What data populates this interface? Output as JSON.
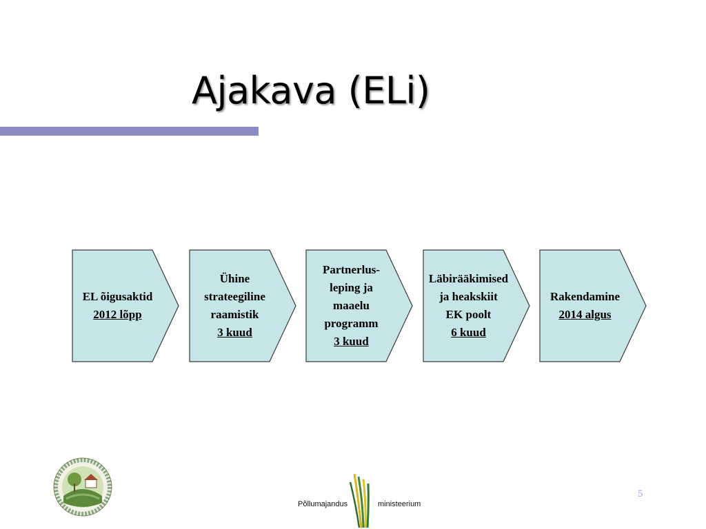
{
  "slide": {
    "title": "Ajakava (ELi)",
    "page_number": "5"
  },
  "colors": {
    "box_fill": "#c5e5e8",
    "box_stroke": "#3a3a3a",
    "title_rule": "#8c8cc4"
  },
  "steps": [
    {
      "lines": [
        "EL õigusaktid"
      ],
      "underline": "2012 lõpp"
    },
    {
      "lines": [
        "Ühine",
        "strateegiline",
        "raamistik"
      ],
      "underline": "3 kuud"
    },
    {
      "lines": [
        "Partnerlus-",
        "leping ja",
        "maaelu",
        "programm"
      ],
      "underline": "3 kuud"
    },
    {
      "lines": [
        "Läbirääkimised",
        "ja heakskiit",
        "EK poolt"
      ],
      "underline": "6 kuud"
    },
    {
      "lines": [
        "Rakendamine"
      ],
      "underline": "2014 algus"
    }
  ],
  "logos": {
    "left_seal_icon": "euroopa-liit-maaelu-arenguks-seal-icon",
    "ministry_word_left": "Põllumajandus",
    "ministry_word_right": "ministeerium",
    "ministry_icon": "wheat-stalks-icon"
  }
}
